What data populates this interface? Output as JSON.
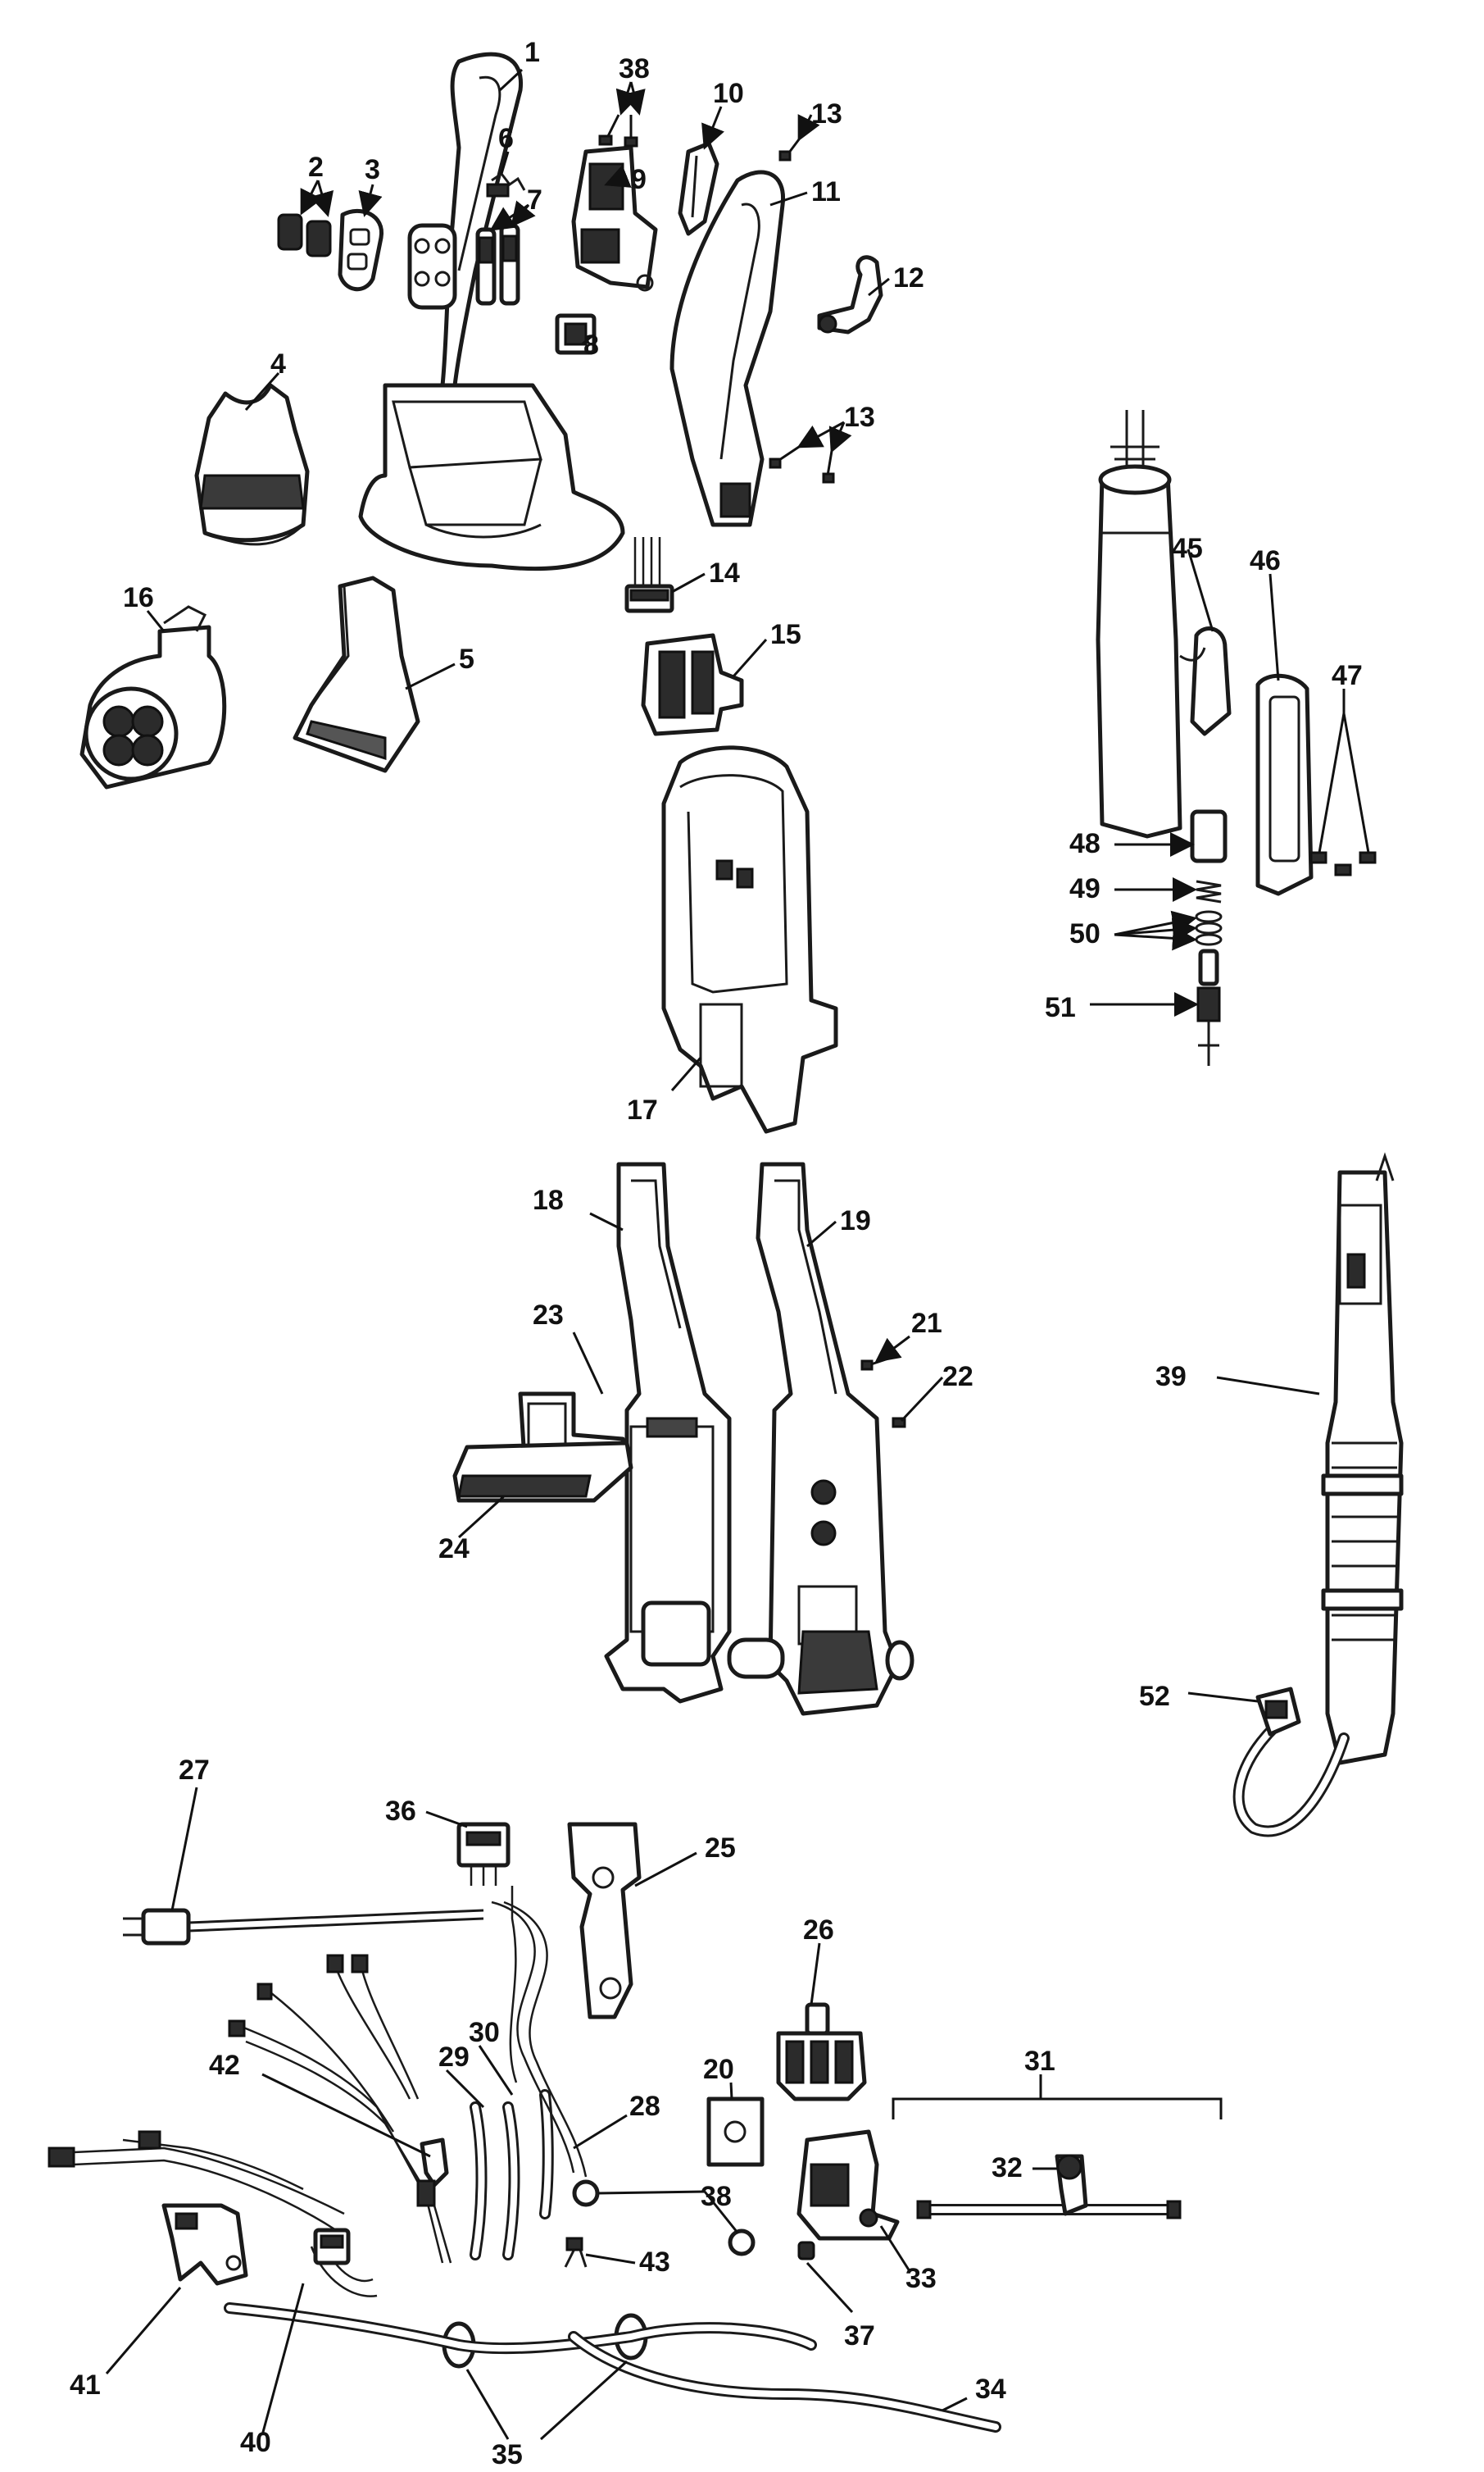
{
  "callouts": [
    "1",
    "2",
    "3",
    "4",
    "5",
    "6",
    "7",
    "8",
    "9",
    "10",
    "11",
    "12",
    "13",
    "13",
    "14",
    "15",
    "16",
    "17",
    "18",
    "19",
    "20",
    "21",
    "22",
    "23",
    "24",
    "25",
    "26",
    "27",
    "28",
    "29",
    "30",
    "31",
    "32",
    "33",
    "34",
    "35",
    "36",
    "37",
    "38",
    "38",
    "39",
    "40",
    "41",
    "42",
    "43",
    "45",
    "46",
    "47",
    "48",
    "49",
    "50",
    "51",
    "52"
  ],
  "colors": {
    "ink": "#111111",
    "background": "#ffffff"
  }
}
